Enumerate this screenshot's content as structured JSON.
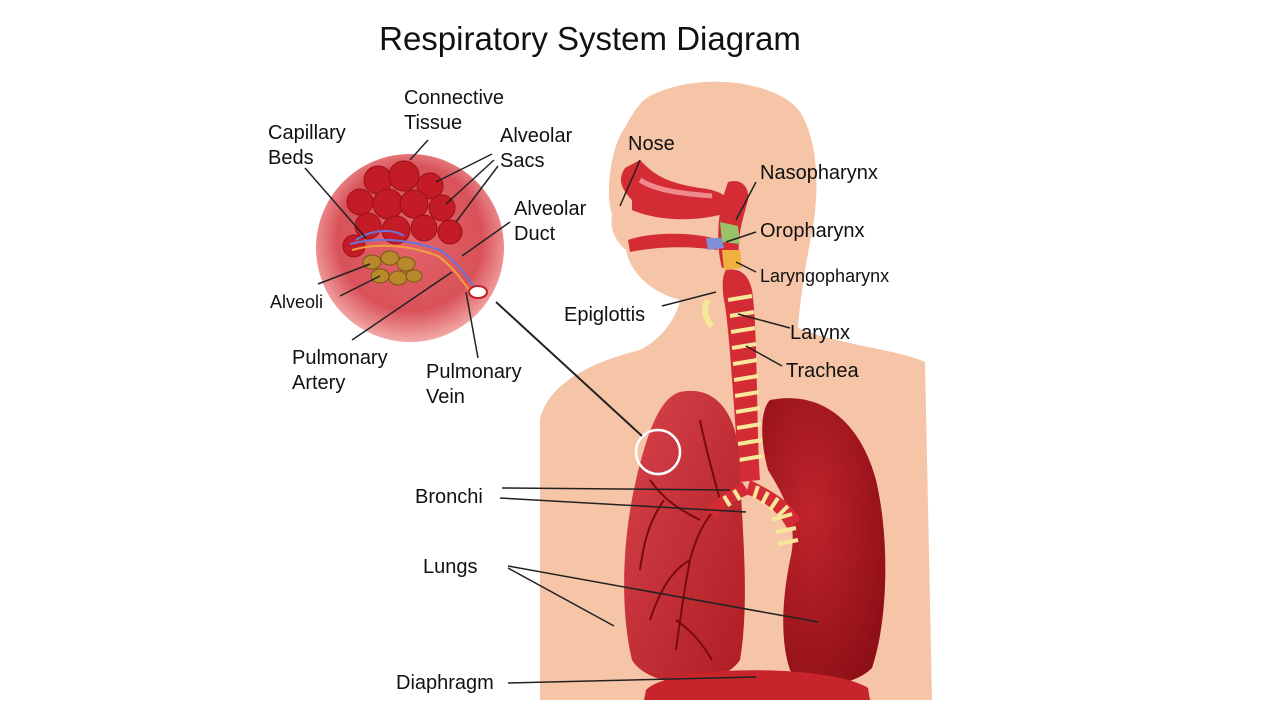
{
  "title": "Respiratory System Diagram",
  "colors": {
    "skin": "#f6c4a6",
    "lung": "#a8141c",
    "lung_light": "#c92a32",
    "airway": "#d42c34",
    "cartilage": "#f7e79a",
    "diaphragm": "#c8242c",
    "leader": "#222222"
  },
  "labels": {
    "connective_tissue": "Connective\nTissue",
    "capillary_beds": "Capillary\nBeds",
    "alveolar_sacs": "Alveolar\nSacs",
    "alveolar_duct": "Alveolar\nDuct",
    "alveoli": "Alveoli",
    "pulmonary_artery": "Pulmonary\nArtery",
    "pulmonary_vein": "Pulmonary\nVein",
    "nose": "Nose",
    "nasopharynx": "Nasopharynx",
    "oropharynx": "Oropharynx",
    "laryngopharynx": "Laryngopharynx",
    "epiglottis": "Epiglottis",
    "larynx": "Larynx",
    "trachea": "Trachea",
    "bronchi": "Bronchi",
    "lungs": "Lungs",
    "diaphragm": "Diaphragm"
  }
}
